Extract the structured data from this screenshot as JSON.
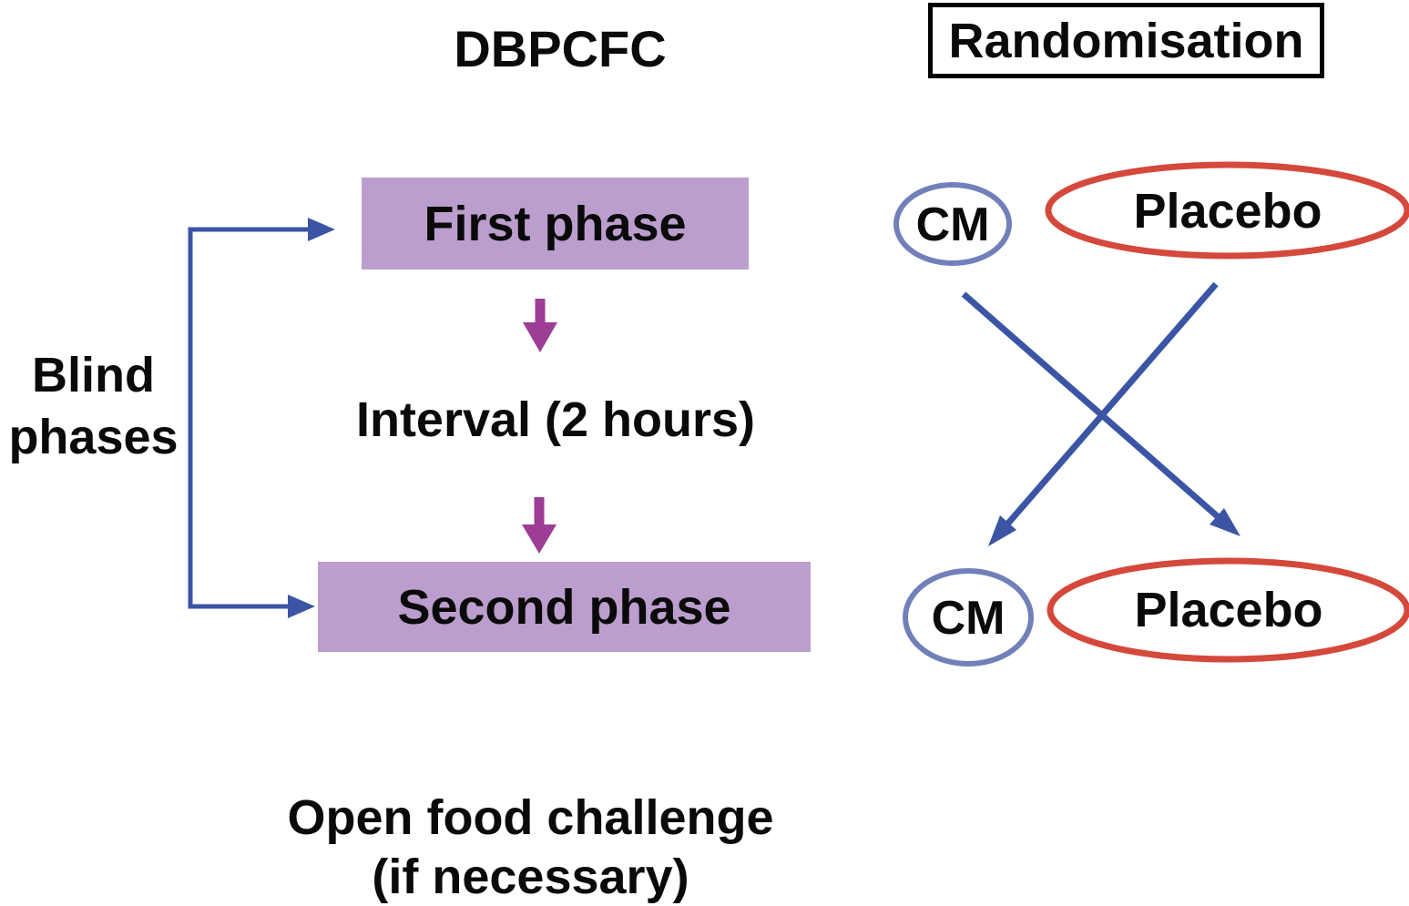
{
  "header": {
    "title": "DBPCFC",
    "randomisation_label": "Randomisation"
  },
  "flow_column": {
    "first_phase": "First phase",
    "interval": "Interval (2 hours)",
    "second_phase": "Second phase",
    "blind_phases": {
      "line1": "Blind",
      "line2": "phases"
    },
    "open_food_challenge": {
      "line1": "Open food challenge",
      "line2": "(if necessary)"
    }
  },
  "randomisation_column": {
    "phase1": {
      "cm": "CM",
      "placebo": "Placebo"
    },
    "phase2": {
      "cm": "CM",
      "placebo": "Placebo"
    }
  },
  "colors": {
    "phase_box_fill": "#bb9ecd",
    "phase_arrow_purple": "#9c3d96",
    "flow_arrow_blue": "#3b55a4",
    "cm_ellipse_stroke": "#7280ba",
    "placebo_ellipse_stroke": "#d5483c",
    "randomisation_border": "#000000",
    "text": "#0a0a0a"
  }
}
